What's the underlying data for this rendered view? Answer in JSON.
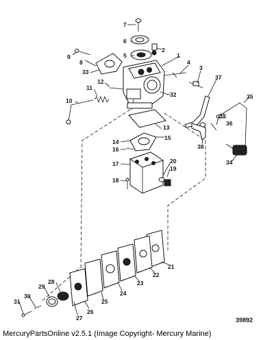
{
  "diagram": {
    "callouts": [
      {
        "id": "c1",
        "text": "1"
      },
      {
        "id": "c2",
        "text": "2"
      },
      {
        "id": "c3",
        "text": "3"
      },
      {
        "id": "c4",
        "text": "4"
      },
      {
        "id": "c5",
        "text": "5"
      },
      {
        "id": "c6",
        "text": "6"
      },
      {
        "id": "c7",
        "text": "7"
      },
      {
        "id": "c8",
        "text": "8"
      },
      {
        "id": "c9",
        "text": "9"
      },
      {
        "id": "c10",
        "text": "10"
      },
      {
        "id": "c11",
        "text": "11"
      },
      {
        "id": "c12",
        "text": "12"
      },
      {
        "id": "c13",
        "text": "13"
      },
      {
        "id": "c14",
        "text": "14"
      },
      {
        "id": "c15",
        "text": "15"
      },
      {
        "id": "c16",
        "text": "16"
      },
      {
        "id": "c17",
        "text": "17"
      },
      {
        "id": "c18",
        "text": "18"
      },
      {
        "id": "c19",
        "text": "19"
      },
      {
        "id": "c20",
        "text": "20"
      },
      {
        "id": "c21",
        "text": "21"
      },
      {
        "id": "c22",
        "text": "22"
      },
      {
        "id": "c23",
        "text": "23"
      },
      {
        "id": "c24",
        "text": "24"
      },
      {
        "id": "c25",
        "text": "25"
      },
      {
        "id": "c26",
        "text": "26"
      },
      {
        "id": "c27",
        "text": "27"
      },
      {
        "id": "c28",
        "text": "28"
      },
      {
        "id": "c29",
        "text": "29"
      },
      {
        "id": "c30",
        "text": "30"
      },
      {
        "id": "c31",
        "text": "31"
      },
      {
        "id": "c32",
        "text": "32"
      },
      {
        "id": "c33",
        "text": "33"
      },
      {
        "id": "c34",
        "text": "34"
      },
      {
        "id": "c35",
        "text": "35"
      },
      {
        "id": "c36",
        "text": "36"
      },
      {
        "id": "c37",
        "text": "37"
      },
      {
        "id": "c38",
        "text": "38"
      },
      {
        "id": "c39",
        "text": "39"
      }
    ],
    "number": "39892"
  },
  "footer": {
    "text": "MercuryPartsOnline v2.5.1 (Image Copyright- Mercury Marine)"
  }
}
